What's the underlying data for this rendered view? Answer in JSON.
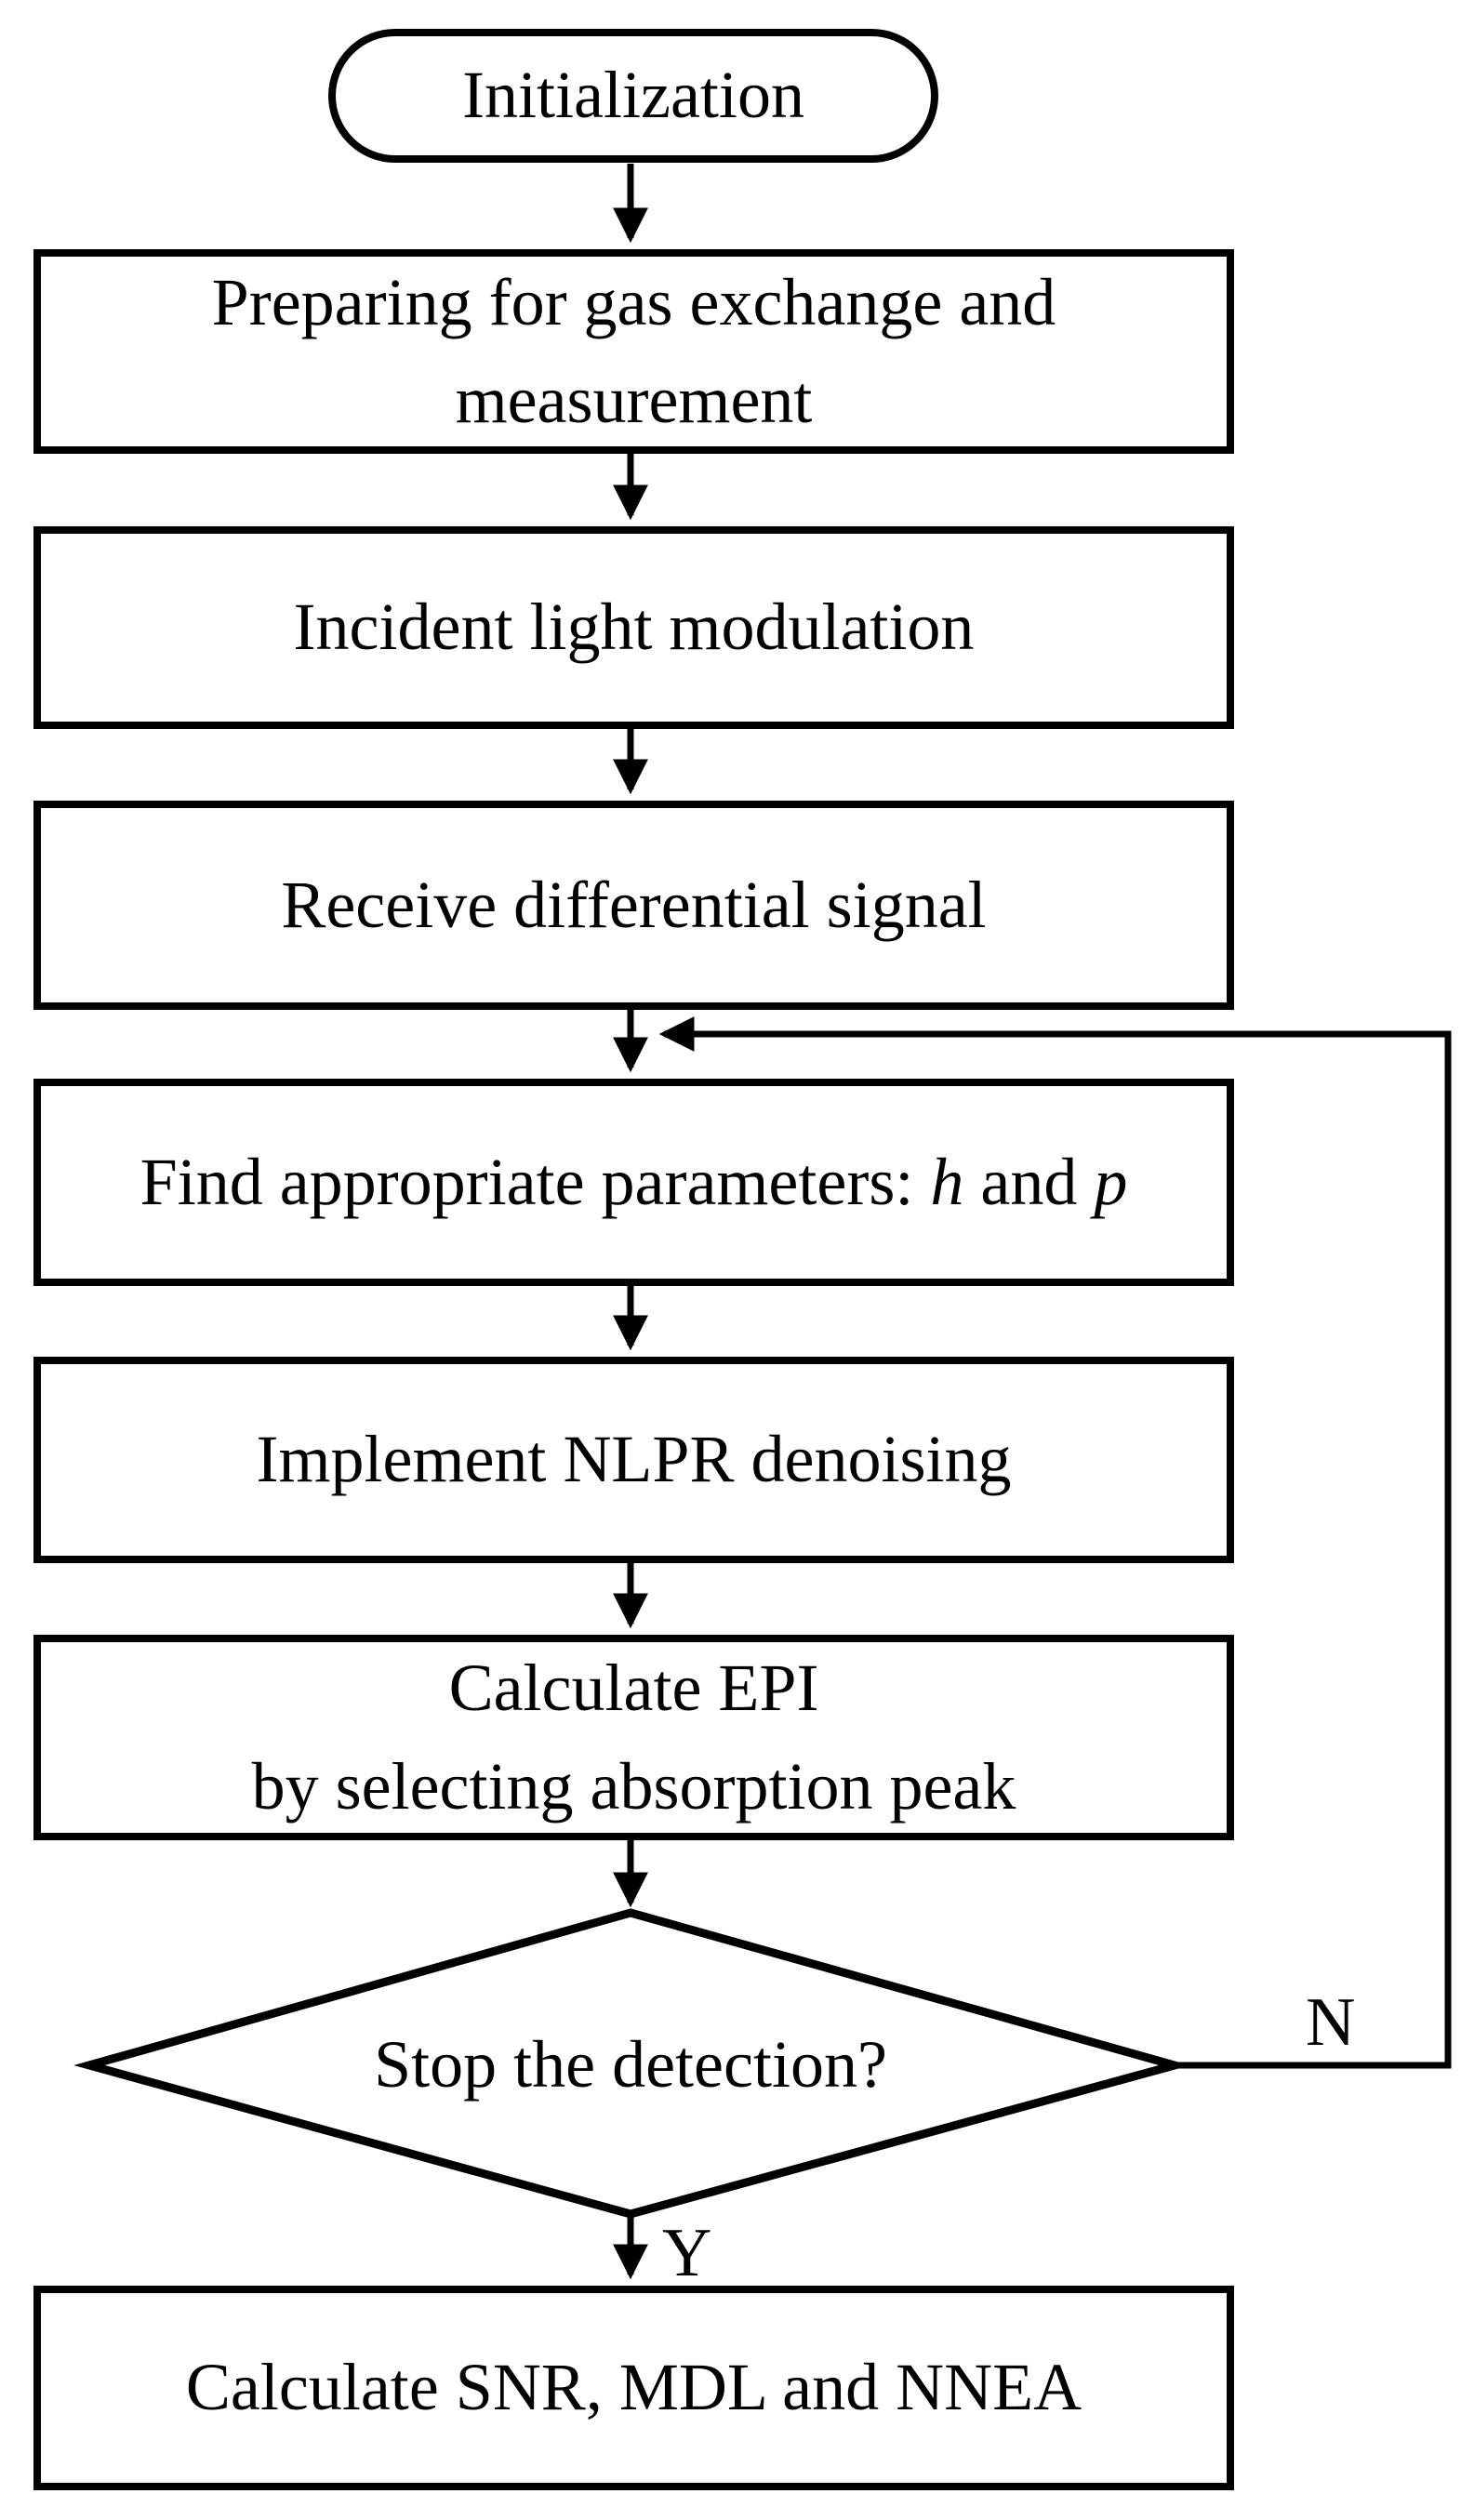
{
  "flowchart": {
    "background_color": "#ffffff",
    "line_color": "#000000",
    "nodes": {
      "initialization": {
        "type": "terminator",
        "label": "Initialization"
      },
      "preparing": {
        "type": "process",
        "label": "Preparing for gas exchange and\nmeasurement"
      },
      "modulation": {
        "type": "process",
        "label": "Incident light modulation"
      },
      "receive": {
        "type": "process",
        "label": "Receive differential signal"
      },
      "find_params": {
        "type": "process",
        "prefix": "Find appropriate parameters: ",
        "var1": "h",
        "mid": " and ",
        "var2": "p"
      },
      "denoise": {
        "type": "process",
        "label": "Implement NLPR denoising"
      },
      "epi": {
        "type": "process",
        "label": "Calculate EPI\nby selecting absorption peak"
      },
      "decision": {
        "type": "decision",
        "label": "Stop the detection?"
      },
      "final": {
        "type": "process",
        "label": "Calculate SNR, MDL and NNEA"
      }
    },
    "branch_labels": {
      "no": "N",
      "yes": "Y"
    }
  }
}
